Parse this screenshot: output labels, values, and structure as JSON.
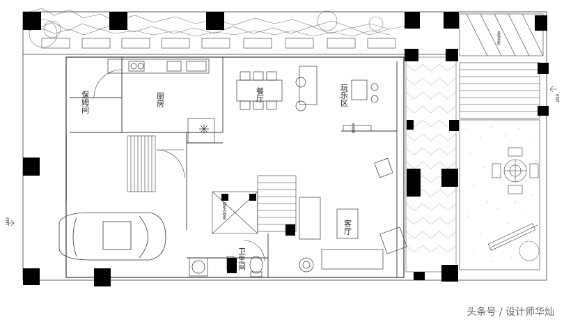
{
  "rooms": {
    "storage": "保姆间",
    "kitchen": "厨房",
    "dining": "餐厅",
    "play": "玩乐区",
    "living": "客厅",
    "bath": "卫生间",
    "entry_cabinet": "鞋柜衣帽柜",
    "aquarium": "水族箱",
    "side_stair": "景观台阶",
    "ent_left": "ENT",
    "ent_right": "ENT"
  },
  "watermark": "头条号 / 设计师华灿",
  "colors": {
    "line": "#333333",
    "column": "#000000",
    "plant": "#777777",
    "ground": "#cfcfcf"
  }
}
